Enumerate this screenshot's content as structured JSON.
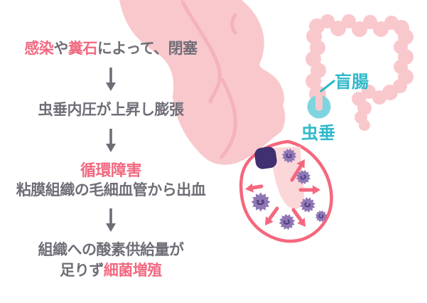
{
  "flow": {
    "step1": {
      "part1_pink": "感染",
      "part2_gray": "や",
      "part3_pink": "糞石",
      "part4_gray": "によって、閉塞"
    },
    "step2": {
      "text": "虫垂内圧が上昇し膨張"
    },
    "step3": {
      "title_pink": "循環障害",
      "body_gray": "粘膜組織の毛細血管から出血"
    },
    "step4": {
      "line1_gray": "組織への酸素供給量が",
      "line2_gray": "足りず",
      "line2_pink": "細菌増殖"
    }
  },
  "inset": {
    "cecum_label": "盲腸",
    "appendix_label": "虫垂"
  },
  "illustration": {
    "bacteria_count": 6,
    "pressure_arrow_count": 5,
    "flow_arrow_count": 3
  },
  "colors": {
    "text_gray": "#6f6d76",
    "accent_pink": "#f26980",
    "body_pink": "#f9c8cc",
    "crease_pink": "#f4b3bb",
    "appendix_pink": "#fcd7d9",
    "outline_red": "#f5677e",
    "fecalith_purple": "#3e3071",
    "germ_purple": "#8e77b4",
    "germ_face_purple": "#493b7c",
    "teal_fill": "#7ed5df",
    "teal_text": "#2fb9ca"
  }
}
